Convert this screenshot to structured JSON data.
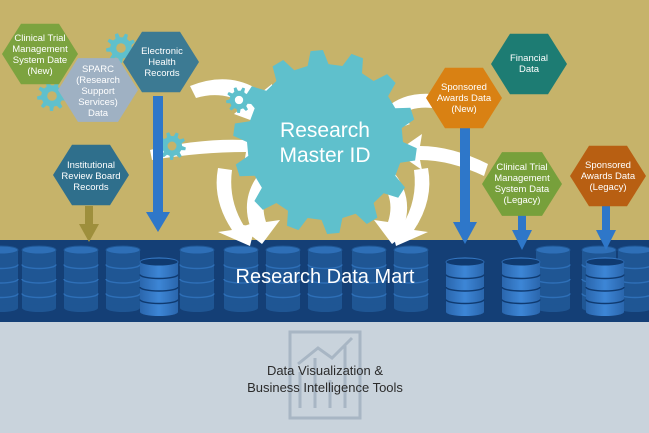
{
  "center": {
    "line1": "Research",
    "line2": "Master ID"
  },
  "data_mart": {
    "label": "Research Data Mart"
  },
  "bi": {
    "line1": "Data Visualization &",
    "line2": "Business Intelligence Tools"
  },
  "sources": [
    {
      "id": "ctms-new",
      "lines": [
        "Clinical Trial",
        "Management",
        "System Date",
        "(New)"
      ],
      "color": "#7ca33f"
    },
    {
      "id": "sparc",
      "lines": [
        "SPARC",
        "(Research",
        "Support",
        "Services)",
        "Data"
      ],
      "color": "#9fb1c3"
    },
    {
      "id": "ehr",
      "lines": [
        "Electronic",
        "Health",
        "Records"
      ],
      "color": "#3c7a93"
    },
    {
      "id": "irb",
      "lines": [
        "Institutional",
        "Review Board",
        "Records"
      ],
      "color": "#2f6f8c"
    },
    {
      "id": "sponsored-new",
      "lines": [
        "Sponsored",
        "Awards Data",
        "(New)"
      ],
      "color": "#d98113"
    },
    {
      "id": "financial",
      "lines": [
        "Financial",
        "Data"
      ],
      "color": "#1d7c73"
    },
    {
      "id": "ctms-legacy",
      "lines": [
        "Clinical Trial",
        "Management",
        "System Data",
        "(Legacy)"
      ],
      "color": "#77a03b"
    },
    {
      "id": "sponsored-legacy",
      "lines": [
        "Sponsored",
        "Awards Data",
        "(Legacy)"
      ],
      "color": "#b85f12"
    }
  ],
  "colors": {
    "background": "#c6b36a",
    "gear": "#5fc0cc",
    "data_mart_band": "#143f76",
    "bi_area": "#c9d3dc",
    "arrow_white": "#ffffff",
    "arrow_blue": "#2e77c9",
    "arrow_olive": "#9e8f3c",
    "db_blue": "#2e6fb7"
  }
}
